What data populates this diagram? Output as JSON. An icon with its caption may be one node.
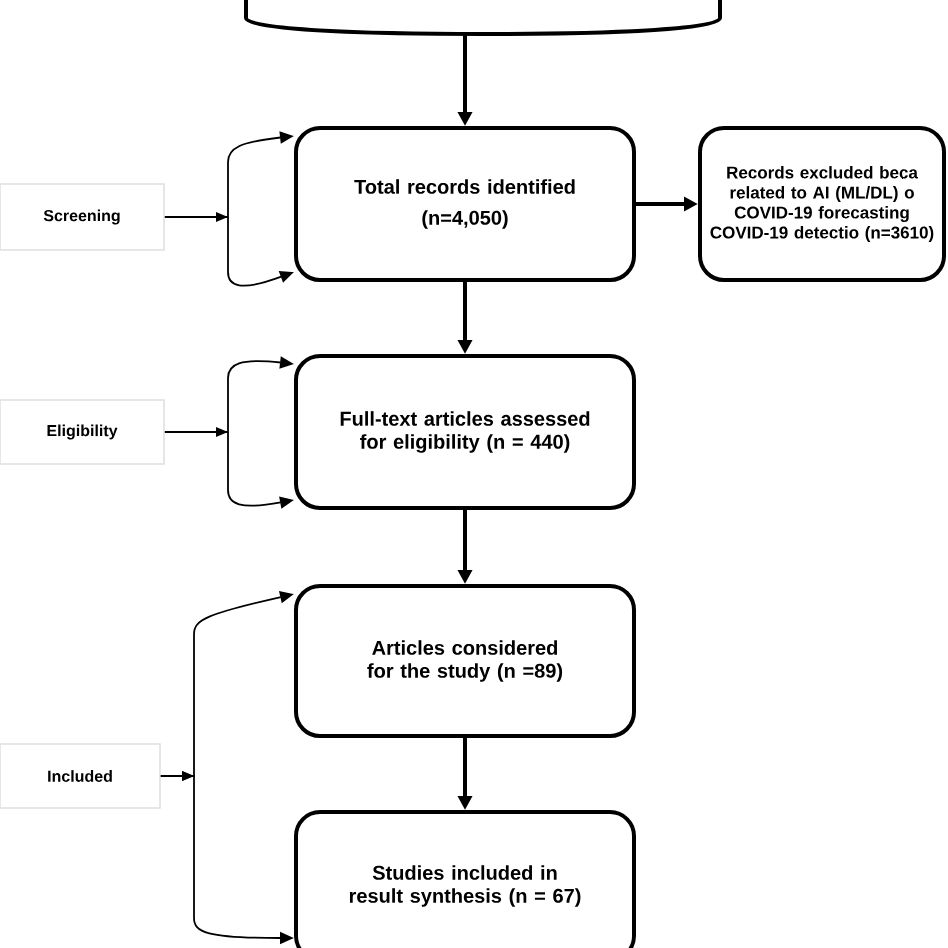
{
  "diagram": {
    "nodes": [
      {
        "text": [],
        "shape": "box"
      },
      {
        "text": [
          "Screening"
        ]
      },
      {
        "text": [
          "Total records identified",
          "(n=4,050)"
        ]
      },
      {
        "text": [
          "Records excluded beca related to AI (ML/DL) o COVID-19 forecasting COVID-19 detectio (n=3610)"
        ]
      },
      {
        "text": [
          "Eligibility"
        ]
      },
      {
        "text": [
          "Full-text articles assessed for eligibility (n = 440)"
        ]
      },
      {
        "text": [
          "Articles considered for the study (n =89)"
        ]
      },
      {
        "text": [
          "Included"
        ]
      },
      {
        "text": [
          "Studies included in result synthesis (n = 67)"
        ]
      }
    ],
    "edges": [
      {
        "from": 0,
        "to": 2,
        "arrow": "to"
      },
      {
        "from": 2,
        "to": 3,
        "arrow": "to"
      },
      {
        "from": 2,
        "to": 5,
        "arrow": "to"
      },
      {
        "from": 5,
        "to": 6,
        "arrow": "to"
      },
      {
        "from": 6,
        "to": 8,
        "arrow": "to"
      },
      {
        "from": 1,
        "to": 2,
        "arrow": "to"
      },
      {
        "from": 4,
        "to": 5,
        "arrow": "to"
      },
      {
        "from": 7,
        "to": 6,
        "arrow": "to"
      },
      {
        "from": 7,
        "to": 8,
        "arrow": "to"
      }
    ]
  }
}
